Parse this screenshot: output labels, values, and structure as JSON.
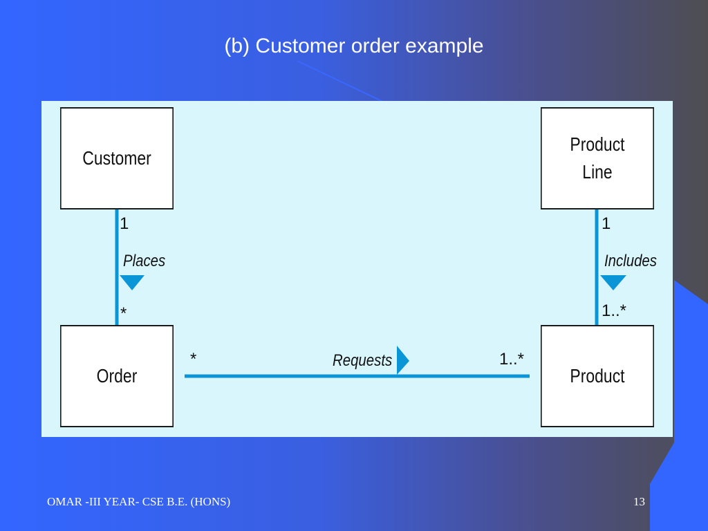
{
  "slide": {
    "title": "(b) Customer order example",
    "footer_left": "OMAR -III YEAR- CSE  B.E. (HONS)",
    "footer_right": "13"
  },
  "diagram": {
    "classes": {
      "customer": "Customer",
      "product_line": "Product\nLine",
      "order": "Order",
      "product": "Product"
    },
    "associations": {
      "places": {
        "role": "Places",
        "end_top": "1",
        "end_bottom": "*"
      },
      "includes": {
        "role": "Includes",
        "end_top": "1",
        "end_bottom": "1..*"
      },
      "requests": {
        "role": "Requests",
        "end_left": "*",
        "end_right": "1..*"
      }
    }
  },
  "colors": {
    "association_line": "#0a96d6",
    "diagram_background": "#d9f6fc"
  }
}
